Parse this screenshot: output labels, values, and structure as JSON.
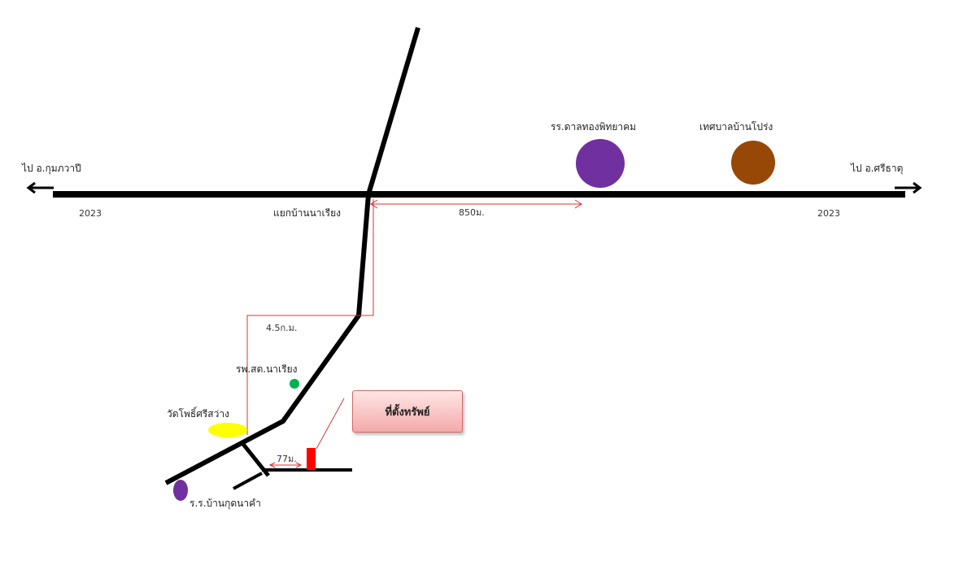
{
  "labels": {
    "to_left": "ไป อ.กุมภวาปี",
    "to_right": "ไป อ.ศรีธาตุ",
    "road_left": "2023",
    "road_right": "2023",
    "junction": "แยกบ้านนาเรียง",
    "distance_main": "850ม.",
    "distance_branch": "4.5ก.ม.",
    "distance_site": "77ม.",
    "school_top": "รร.ดาลทองพิทยาคม",
    "municipality": "เทศบาลบ้านโปร่ง",
    "health_center": "รพ.สต.นาเรียง",
    "temple": "วัดโพธิ์ศรีสว่าง",
    "school_bottom": "ร.ร.บ้านกุดนาคำ",
    "property": "ที่ตั้งทรัพย์"
  },
  "colors": {
    "road": "#000000",
    "measure": "#e03030",
    "school_top": "#7030a0",
    "municipality": "#974806",
    "health_center": "#00b050",
    "temple": "#ffff00",
    "school_bottom": "#7030a0",
    "property": "#ff0000"
  }
}
